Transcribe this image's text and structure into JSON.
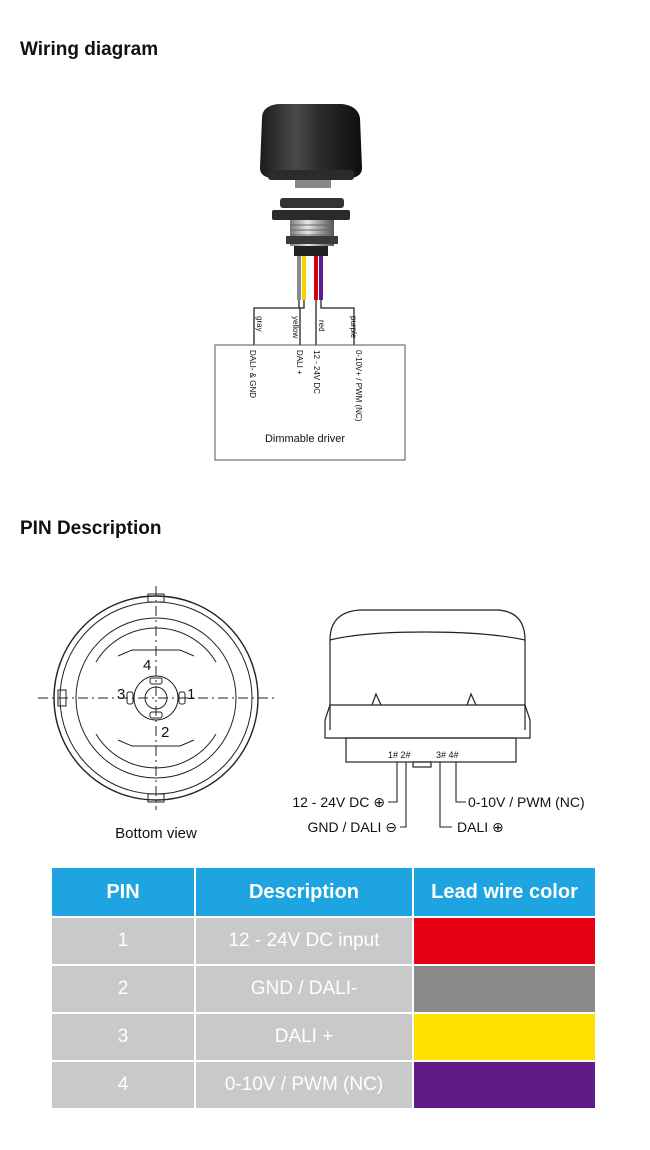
{
  "sections": {
    "wiring_title": "Wiring diagram",
    "pin_title": "PIN Description"
  },
  "wiring": {
    "wires": [
      {
        "label": "gray",
        "pin_label": "DALI- & GND",
        "color": "#8a8a8a"
      },
      {
        "label": "yellow",
        "pin_label": "DALI +",
        "color": "#f3d300"
      },
      {
        "label": "red",
        "pin_label": "12 - 24V DC",
        "color": "#d8000f"
      },
      {
        "label": "purple",
        "pin_label": "0-10V+ / PWM (NC)",
        "color": "#5e1a8e"
      }
    ],
    "driver_label": "Dimmable driver"
  },
  "pin_diagram": {
    "bottom_view_label": "Bottom view",
    "pin_numbers": [
      "1",
      "2",
      "3",
      "4"
    ],
    "side_pins_left": "1# 2#",
    "side_pins_right": "3#  4#",
    "callouts": {
      "pin1": "12 - 24V DC ⊕",
      "pin2": "GND / DALI ⊖",
      "pin3": "DALI ⊕",
      "pin4": "0-10V / PWM (NC)"
    }
  },
  "table": {
    "headers": [
      "PIN",
      "Description",
      "Lead wire color"
    ],
    "rows": [
      {
        "pin": "1",
        "description": "12 - 24V DC input",
        "color": "#e60012"
      },
      {
        "pin": "2",
        "description": "GND / DALI-",
        "color": "#8a8a8a"
      },
      {
        "pin": "3",
        "description": "DALI +",
        "color": "#fee100"
      },
      {
        "pin": "4",
        "description": "0-10V / PWM (NC)",
        "color": "#601986"
      }
    ]
  }
}
